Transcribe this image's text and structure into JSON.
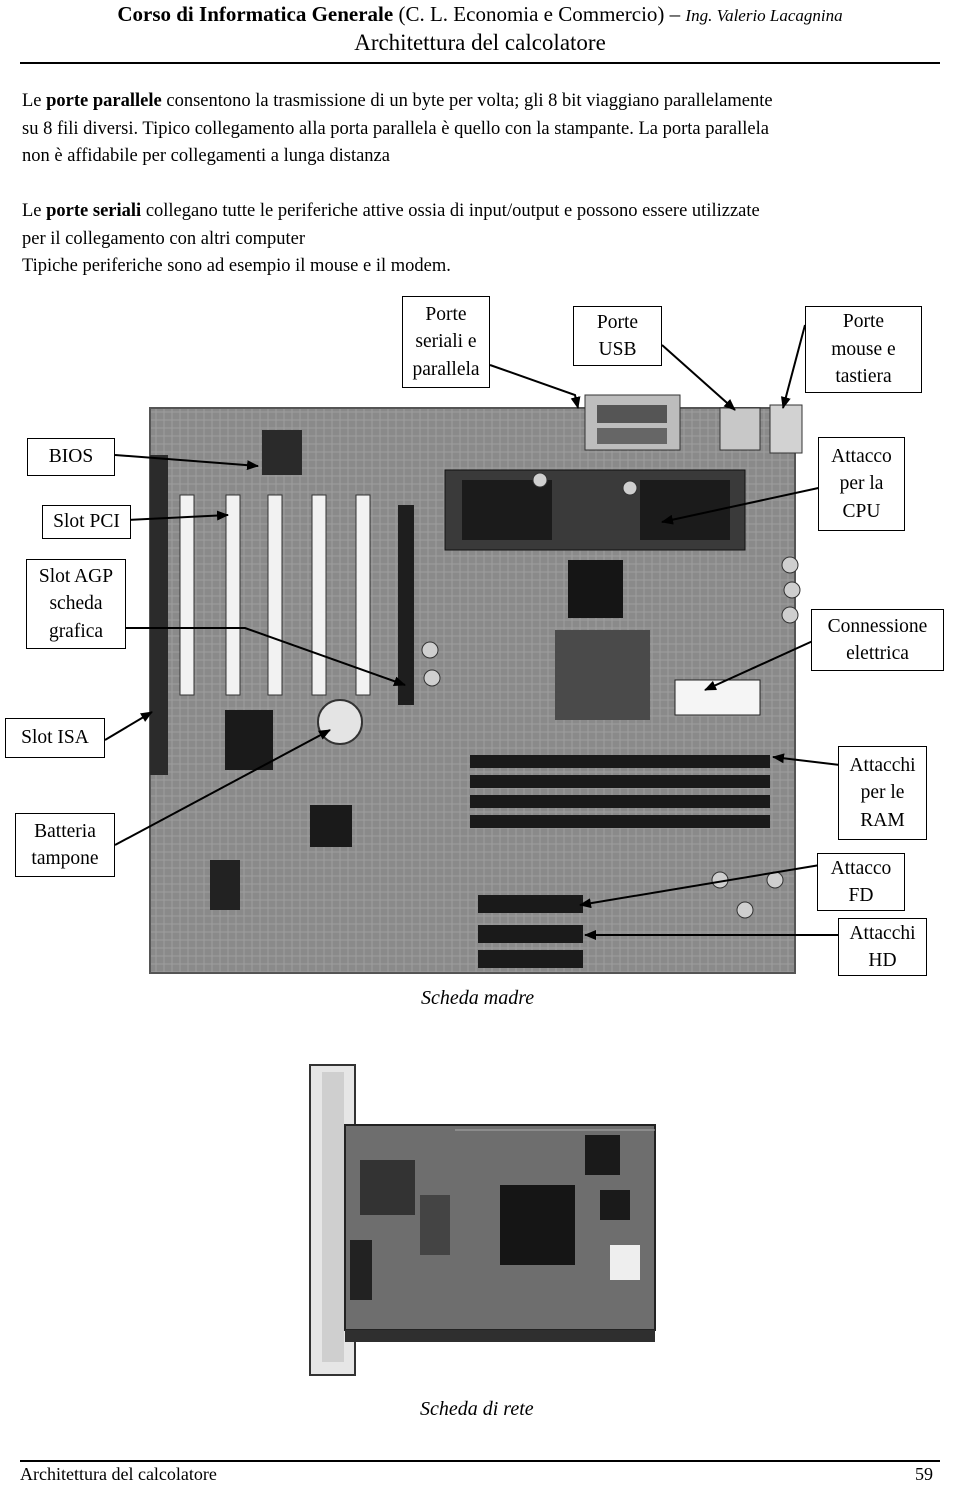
{
  "header": {
    "course_bold": "Corso di Informatica Generale",
    "course_rest": " (C. L. Economia e Commercio) ",
    "dash": "–",
    "author": "Ing. Valerio Lacagnina",
    "subtitle": "Architettura del calcolatore"
  },
  "text": {
    "p1_pre": "Le ",
    "p1_bold": "porte parallele",
    "p1_line1": " consentono la trasmissione di un byte per volta; gli 8 bit viaggiano parallelamente",
    "p1_line2": "su 8 fili diversi. Tipico collegamento alla porta parallela è quello con la stampante. La porta parallela",
    "p1_line3": "non è affidabile per collegamenti a lunga distanza",
    "p2_pre": "Le ",
    "p2_bold": "porte seriali",
    "p2_line1": " collegano tutte le periferiche attive ossia di input/output e possono essere utilizzate",
    "p2_line2": "per il collegamento con altri computer",
    "p2_line3": "Tipiche periferiche sono ad esempio il mouse e il modem."
  },
  "labels": {
    "serial_parallel": [
      "Porte",
      "seriali e",
      "parallela"
    ],
    "usb": [
      "Porte",
      "USB"
    ],
    "mouse_kb": [
      "Porte",
      "mouse e",
      "tastiera"
    ],
    "bios": "BIOS",
    "pci": "Slot PCI",
    "agp": [
      "Slot AGP",
      "scheda",
      "grafica"
    ],
    "isa": "Slot ISA",
    "battery": [
      "Batteria",
      "tampone"
    ],
    "cpu": [
      "Attacco",
      "per la",
      "CPU"
    ],
    "power": [
      "Connessione",
      "elettrica"
    ],
    "ram": [
      "Attacchi",
      "per le",
      "RAM"
    ],
    "fd": [
      "Attacco",
      "FD"
    ],
    "hd": [
      "Attacchi",
      "HD"
    ]
  },
  "captions": {
    "motherboard": "Scheda madre",
    "network_card": "Scheda di rete"
  },
  "footer": {
    "title": "Architettura del calcolatore",
    "page": "59"
  }
}
